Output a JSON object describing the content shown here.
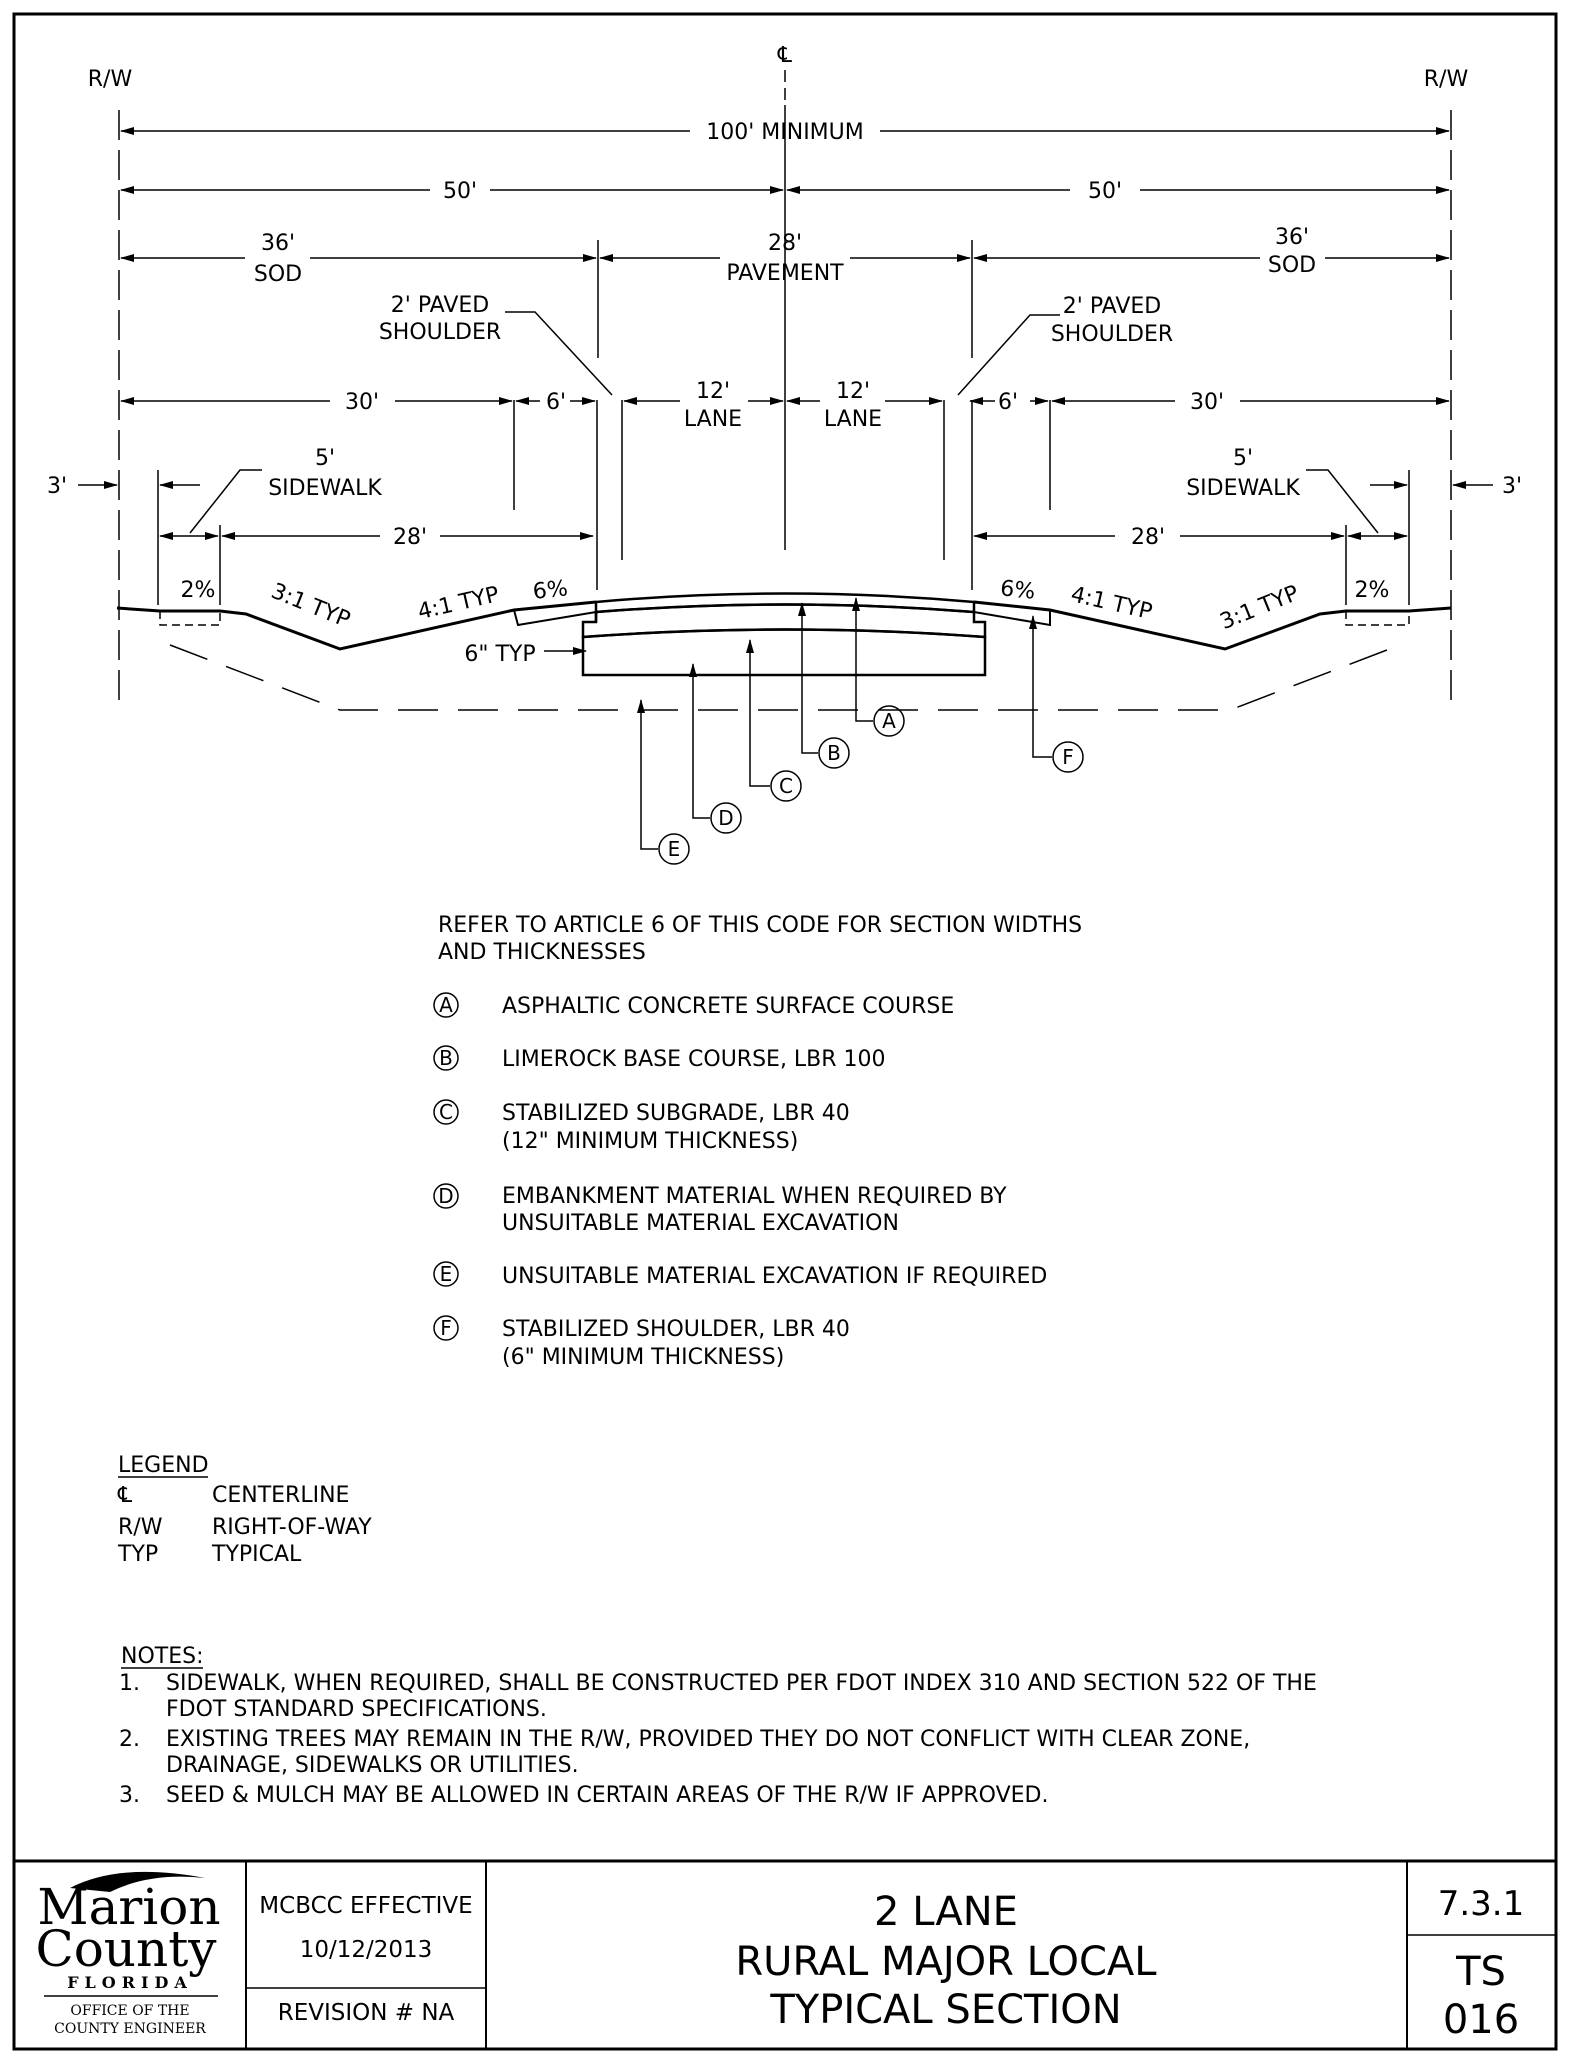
{
  "diagram": {
    "centerline_symbol": "℄",
    "rw_left": "R/W",
    "rw_right": "R/W",
    "dim_total": "100' MINIMUM",
    "dim_half_left": "50'",
    "dim_half_right": "50'",
    "sod_left_dim": "36'",
    "sod_left_label": "SOD",
    "sod_right_dim": "36'",
    "sod_right_label": "SOD",
    "pavement_dim": "28'",
    "pavement_label": "PAVEMENT",
    "paved_shoulder_left_1": "2' PAVED",
    "paved_shoulder_left_2": "SHOULDER",
    "paved_shoulder_right_1": "2' PAVED",
    "paved_shoulder_right_2": "SHOULDER",
    "dim_30_left": "30'",
    "dim_6_left": "6'",
    "lane_left_dim": "12'",
    "lane_left_label": "LANE",
    "lane_right_dim": "12'",
    "lane_right_label": "LANE",
    "dim_6_right": "6'",
    "dim_30_right": "30'",
    "dim_3_left": "3'",
    "dim_3_right": "3'",
    "sidewalk_left_dim": "5'",
    "sidewalk_left_label": "SIDEWALK",
    "sidewalk_right_dim": "5'",
    "sidewalk_right_label": "SIDEWALK",
    "dim_28_left": "28'",
    "dim_28_right": "28'",
    "slope_2_left": "2%",
    "slope_31_left": "3:1 TYP",
    "slope_41_left": "4:1 TYP",
    "slope_6_left": "6%",
    "slope_6_right": "6%",
    "slope_41_right": "4:1 TYP",
    "slope_31_right": "3:1 TYP",
    "slope_2_right": "2%",
    "thickness_typ": "6\" TYP",
    "callouts": [
      "A",
      "B",
      "C",
      "D",
      "E",
      "F"
    ]
  },
  "notes_block": {
    "refer_line1": "REFER TO ARTICLE 6 OF THIS CODE FOR SECTION WIDTHS",
    "refer_line2": "AND THICKNESSES",
    "items": [
      {
        "key": "A",
        "line1": "ASPHALTIC CONCRETE SURFACE COURSE",
        "line2": ""
      },
      {
        "key": "B",
        "line1": "LIMEROCK BASE COURSE, LBR 100",
        "line2": ""
      },
      {
        "key": "C",
        "line1": "STABILIZED SUBGRADE, LBR 40",
        "line2": "(12\" MINIMUM THICKNESS)"
      },
      {
        "key": "D",
        "line1": "EMBANKMENT MATERIAL WHEN REQUIRED BY",
        "line2": "UNSUITABLE MATERIAL EXCAVATION"
      },
      {
        "key": "E",
        "line1": "UNSUITABLE MATERIAL EXCAVATION IF REQUIRED",
        "line2": ""
      },
      {
        "key": "F",
        "line1": "STABILIZED SHOULDER, LBR 40",
        "line2": "(6\" MINIMUM THICKNESS)"
      }
    ]
  },
  "legend": {
    "title": "LEGEND",
    "rows": [
      {
        "abbr": "℄",
        "meaning": "CENTERLINE"
      },
      {
        "abbr": "R/W",
        "meaning": "RIGHT-OF-WAY"
      },
      {
        "abbr": "TYP",
        "meaning": "TYPICAL"
      }
    ]
  },
  "notes": {
    "title": "NOTES:",
    "items": [
      {
        "num": "1.",
        "line1": "SIDEWALK, WHEN REQUIRED, SHALL BE CONSTRUCTED PER FDOT INDEX 310 AND SECTION 522 OF THE",
        "line2": "FDOT STANDARD SPECIFICATIONS."
      },
      {
        "num": "2.",
        "line1": "EXISTING TREES MAY REMAIN IN THE R/W, PROVIDED THEY DO NOT CONFLICT WITH CLEAR ZONE,",
        "line2": "DRAINAGE, SIDEWALKS OR UTILITIES."
      },
      {
        "num": "3.",
        "line1": "SEED & MULCH MAY BE ALLOWED IN CERTAIN AREAS OF THE R/W IF APPROVED.",
        "line2": ""
      }
    ]
  },
  "title_block": {
    "logo_line1": "Marion",
    "logo_line2": "County",
    "logo_state": "FLORIDA",
    "office_line1": "OFFICE OF THE",
    "office_line2": "COUNTY ENGINEER",
    "effective_label": "MCBCC EFFECTIVE",
    "effective_date": "10/12/2013",
    "revision": "REVISION # NA",
    "title_line1": "2 LANE",
    "title_line2": "RURAL MAJOR LOCAL",
    "title_line3": "TYPICAL SECTION",
    "index_number": "7.3.1",
    "sheet_code_1": "TS",
    "sheet_code_2": "016"
  }
}
